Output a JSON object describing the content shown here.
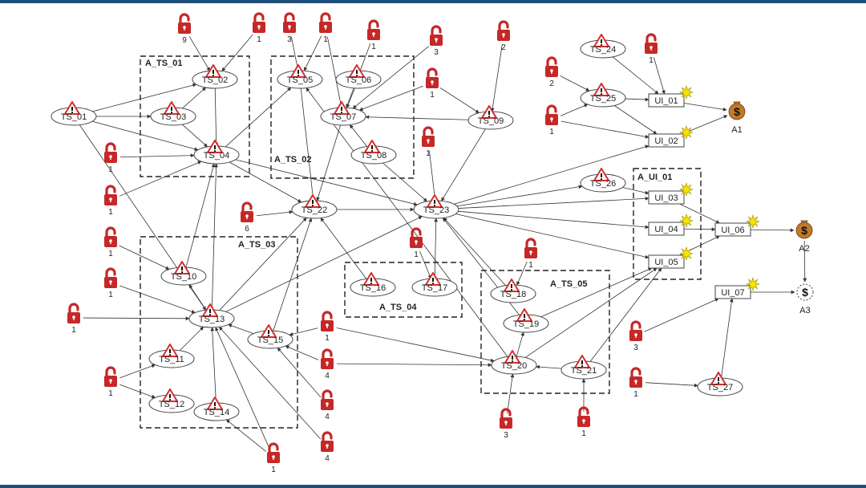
{
  "colors": {
    "frame_bar": "#1f4e79",
    "lock": "#c62828",
    "warning": "#d32f2f",
    "spark": "#f5e400",
    "money": "#c07a2a"
  },
  "icons": {
    "lock": "padlock-unlocked-icon",
    "warning": "warning-triangle-icon",
    "spark": "exploit-burst-icon",
    "goal": "money-bag-icon"
  },
  "groups": [
    {
      "id": "A_TS_01",
      "label": "A_TS_01"
    },
    {
      "id": "A_TS_02",
      "label": "A_TS_02"
    },
    {
      "id": "A_TS_03",
      "label": "A_TS_03"
    },
    {
      "id": "A_TS_04",
      "label": "A_TS_04"
    },
    {
      "id": "A_TS_05",
      "label": "A_TS_05"
    },
    {
      "id": "A_UI_01",
      "label": "A_UI_01"
    }
  ],
  "nodes": [
    {
      "id": "TS_01",
      "label": "TS_01",
      "shape": "ellipse"
    },
    {
      "id": "TS_02",
      "label": "TS_02",
      "shape": "ellipse"
    },
    {
      "id": "TS_03",
      "label": "TS_03",
      "shape": "ellipse"
    },
    {
      "id": "TS_04",
      "label": "TS_04",
      "shape": "ellipse"
    },
    {
      "id": "TS_05",
      "label": "TS_05",
      "shape": "ellipse"
    },
    {
      "id": "TS_06",
      "label": "TS_06",
      "shape": "ellipse"
    },
    {
      "id": "TS_07",
      "label": "TS_07",
      "shape": "ellipse"
    },
    {
      "id": "TS_08",
      "label": "TS_08",
      "shape": "ellipse"
    },
    {
      "id": "TS_09",
      "label": "TS_09",
      "shape": "ellipse"
    },
    {
      "id": "TS_10",
      "label": "TS_10",
      "shape": "ellipse"
    },
    {
      "id": "TS_11",
      "label": "TS_11",
      "shape": "ellipse"
    },
    {
      "id": "TS_12",
      "label": "TS_12",
      "shape": "ellipse"
    },
    {
      "id": "TS_13",
      "label": "TS_13",
      "shape": "ellipse"
    },
    {
      "id": "TS_14",
      "label": "TS_14",
      "shape": "ellipse"
    },
    {
      "id": "TS_15",
      "label": "TS_15",
      "shape": "ellipse"
    },
    {
      "id": "TS_16",
      "label": "TS_16",
      "shape": "ellipse"
    },
    {
      "id": "TS_17",
      "label": "TS_17",
      "shape": "ellipse"
    },
    {
      "id": "TS_18",
      "label": "TS_18",
      "shape": "ellipse"
    },
    {
      "id": "TS_19",
      "label": "TS_19",
      "shape": "ellipse"
    },
    {
      "id": "TS_20",
      "label": "TS_20",
      "shape": "ellipse"
    },
    {
      "id": "TS_21",
      "label": "TS_21",
      "shape": "ellipse"
    },
    {
      "id": "TS_22",
      "label": "TS_22",
      "shape": "ellipse"
    },
    {
      "id": "TS_23",
      "label": "TS_23",
      "shape": "ellipse"
    },
    {
      "id": "TS_24",
      "label": "TS_24",
      "shape": "ellipse"
    },
    {
      "id": "TS_25",
      "label": "TS_25",
      "shape": "ellipse"
    },
    {
      "id": "TS_26",
      "label": "TS_26",
      "shape": "ellipse"
    },
    {
      "id": "TS_27",
      "label": "TS_27",
      "shape": "ellipse"
    },
    {
      "id": "UI_01",
      "label": "UI_01",
      "shape": "rect"
    },
    {
      "id": "UI_02",
      "label": "UI_02",
      "shape": "rect"
    },
    {
      "id": "UI_03",
      "label": "UI_03",
      "shape": "rect"
    },
    {
      "id": "UI_04",
      "label": "UI_04",
      "shape": "rect"
    },
    {
      "id": "UI_05",
      "label": "UI_05",
      "shape": "rect"
    },
    {
      "id": "UI_06",
      "label": "UI_06",
      "shape": "rect"
    },
    {
      "id": "UI_07",
      "label": "UI_07",
      "shape": "rect"
    }
  ],
  "goals": [
    {
      "id": "A1",
      "label": "A1",
      "symbol": "$",
      "style": "bag"
    },
    {
      "id": "A2",
      "label": "A2",
      "symbol": "$",
      "style": "bag"
    },
    {
      "id": "A3",
      "label": "A3",
      "symbol": "$",
      "style": "dashed"
    }
  ],
  "locks": [
    {
      "id": "L1",
      "value": "9"
    },
    {
      "id": "L2",
      "value": "1"
    },
    {
      "id": "L3",
      "value": "3"
    },
    {
      "id": "L4",
      "value": "1"
    },
    {
      "id": "L5",
      "value": "1"
    },
    {
      "id": "L6",
      "value": "3"
    },
    {
      "id": "L7",
      "value": "2"
    },
    {
      "id": "L8",
      "value": "1"
    },
    {
      "id": "L9",
      "value": "1"
    },
    {
      "id": "L10",
      "value": "1"
    },
    {
      "id": "L11",
      "value": "6"
    },
    {
      "id": "L12",
      "value": "1"
    },
    {
      "id": "L13",
      "value": "1"
    },
    {
      "id": "L14",
      "value": "1"
    },
    {
      "id": "L15",
      "value": "1"
    },
    {
      "id": "L16",
      "value": "1"
    },
    {
      "id": "L17",
      "value": "1"
    },
    {
      "id": "L18",
      "value": "4"
    },
    {
      "id": "L19",
      "value": "4"
    },
    {
      "id": "L20",
      "value": "4"
    },
    {
      "id": "L21",
      "value": "1"
    },
    {
      "id": "L22",
      "value": "1"
    },
    {
      "id": "L23",
      "value": "1"
    },
    {
      "id": "L24",
      "value": "3"
    },
    {
      "id": "L25",
      "value": "1"
    },
    {
      "id": "L26",
      "value": "2"
    },
    {
      "id": "L27",
      "value": "1"
    },
    {
      "id": "L28",
      "value": "1"
    },
    {
      "id": "L29",
      "value": "3"
    },
    {
      "id": "L30",
      "value": "1"
    }
  ],
  "edges": [
    [
      "TS_01",
      "TS_02"
    ],
    [
      "TS_01",
      "TS_03"
    ],
    [
      "TS_01",
      "TS_04"
    ],
    [
      "TS_03",
      "TS_02"
    ],
    [
      "TS_03",
      "TS_04"
    ],
    [
      "TS_02",
      "TS_04"
    ],
    [
      "TS_04",
      "TS_05"
    ],
    [
      "TS_04",
      "TS_22"
    ],
    [
      "TS_04",
      "TS_23"
    ],
    [
      "TS_05",
      "TS_22"
    ],
    [
      "TS_06",
      "TS_07"
    ],
    [
      "TS_07",
      "TS_22"
    ],
    [
      "TS_08",
      "TS_07"
    ],
    [
      "TS_08",
      "TS_23"
    ],
    [
      "TS_09",
      "TS_07"
    ],
    [
      "TS_09",
      "TS_23"
    ],
    [
      "TS_22",
      "TS_23"
    ],
    [
      "TS_13",
      "TS_04"
    ],
    [
      "TS_10",
      "TS_04"
    ],
    [
      "TS_13",
      "TS_10"
    ],
    [
      "TS_13",
      "TS_22"
    ],
    [
      "TS_13",
      "TS_23"
    ],
    [
      "TS_11",
      "TS_13"
    ],
    [
      "TS_14",
      "TS_13"
    ],
    [
      "TS_15",
      "TS_13"
    ],
    [
      "TS_15",
      "TS_22"
    ],
    [
      "TS_16",
      "TS_22"
    ],
    [
      "TS_17",
      "TS_23"
    ],
    [
      "TS_18",
      "TS_23"
    ],
    [
      "TS_19",
      "TS_23"
    ],
    [
      "TS_20",
      "TS_19"
    ],
    [
      "TS_21",
      "TS_20"
    ],
    [
      "TS_20",
      "TS_05"
    ],
    [
      "TS_20",
      "UI_05"
    ],
    [
      "TS_19",
      "UI_05"
    ],
    [
      "TS_21",
      "UI_05"
    ],
    [
      "TS_23",
      "UI_02"
    ],
    [
      "TS_23",
      "UI_03"
    ],
    [
      "TS_23",
      "UI_04"
    ],
    [
      "TS_23",
      "UI_05"
    ],
    [
      "TS_23",
      "TS_26"
    ],
    [
      "TS_26",
      "UI_03"
    ],
    [
      "TS_24",
      "UI_01"
    ],
    [
      "TS_25",
      "UI_01"
    ],
    [
      "TS_25",
      "UI_02"
    ],
    [
      "UI_01",
      "A1"
    ],
    [
      "UI_02",
      "A1"
    ],
    [
      "UI_03",
      "UI_06"
    ],
    [
      "UI_04",
      "UI_06"
    ],
    [
      "UI_05",
      "UI_06"
    ],
    [
      "UI_06",
      "A2"
    ],
    [
      "A2",
      "A3"
    ],
    [
      "UI_07",
      "A3"
    ],
    [
      "TS_27",
      "UI_07"
    ],
    [
      "TS_01",
      "TS_13"
    ],
    [
      "L1",
      "TS_02"
    ],
    [
      "L2",
      "TS_02"
    ],
    [
      "L3",
      "TS_05"
    ],
    [
      "L4",
      "TS_05"
    ],
    [
      "L4",
      "TS_07"
    ],
    [
      "L5",
      "TS_07"
    ],
    [
      "L6",
      "TS_07"
    ],
    [
      "L7",
      "TS_09"
    ],
    [
      "L8",
      "TS_07"
    ],
    [
      "L8",
      "TS_09"
    ],
    [
      "L9",
      "TS_23"
    ],
    [
      "L10",
      "TS_04"
    ],
    [
      "L11",
      "TS_22"
    ],
    [
      "L12",
      "TS_04"
    ],
    [
      "L13",
      "TS_10"
    ],
    [
      "L14",
      "TS_13"
    ],
    [
      "L15",
      "TS_13"
    ],
    [
      "L16",
      "TS_17"
    ],
    [
      "L17",
      "TS_15"
    ],
    [
      "L17",
      "TS_20"
    ],
    [
      "L18",
      "TS_20"
    ],
    [
      "L18",
      "TS_15"
    ],
    [
      "L19",
      "TS_15"
    ],
    [
      "L20",
      "TS_13"
    ],
    [
      "L21",
      "TS_14"
    ],
    [
      "L21",
      "TS_13"
    ],
    [
      "L22",
      "TS_11"
    ],
    [
      "L22",
      "TS_12"
    ],
    [
      "L23",
      "TS_18"
    ],
    [
      "L24",
      "TS_20"
    ],
    [
      "L25",
      "TS_21"
    ],
    [
      "L26",
      "TS_25"
    ],
    [
      "L27",
      "TS_25"
    ],
    [
      "L27",
      "UI_02"
    ],
    [
      "L28",
      "UI_01"
    ],
    [
      "L29",
      "UI_07"
    ],
    [
      "L30",
      "TS_27"
    ]
  ]
}
